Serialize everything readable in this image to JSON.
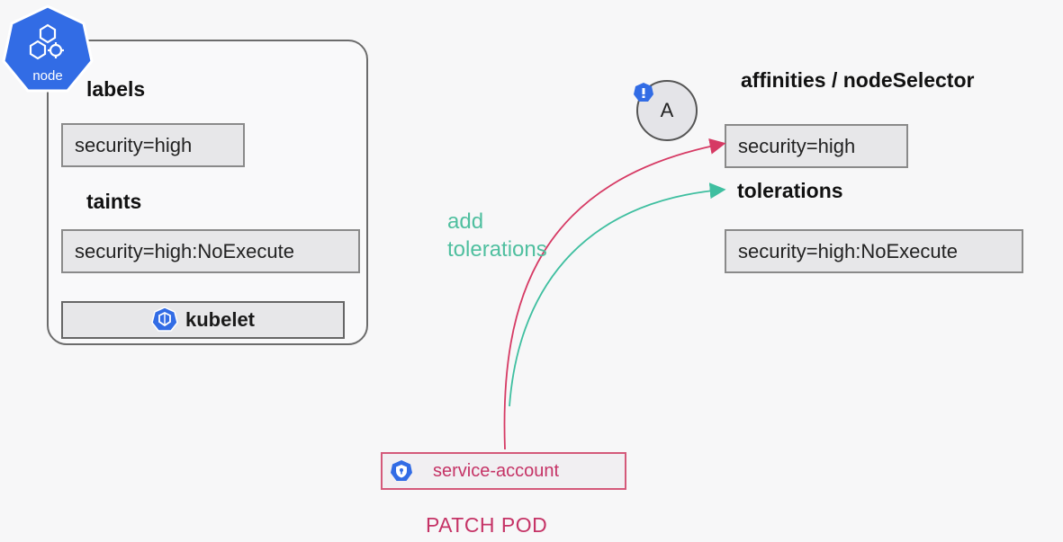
{
  "node": {
    "badge_label": "node",
    "labels_heading": "labels",
    "label_value": "security=high",
    "taints_heading": "taints",
    "taint_value": "security=high:NoExecute",
    "kubelet_label": "kubelet"
  },
  "pod": {
    "letter": "A",
    "affinities_heading": "affinities / nodeSelector",
    "selector_value": "security=high",
    "tolerations_heading": "tolerations",
    "toleration_value": "security=high:NoExecute"
  },
  "annotation": {
    "line1": "add",
    "line2": "tolerations"
  },
  "service_account": {
    "label": "service-account",
    "action": "PATCH POD"
  },
  "colors": {
    "k8s_blue": "#326ce5",
    "arrow_red": "#d63a64",
    "arrow_teal": "#3fbfa0"
  },
  "icons": [
    "kubernetes-node-icon",
    "kubernetes-kubelet-icon",
    "pod-badge-icon",
    "service-account-shield-icon"
  ]
}
